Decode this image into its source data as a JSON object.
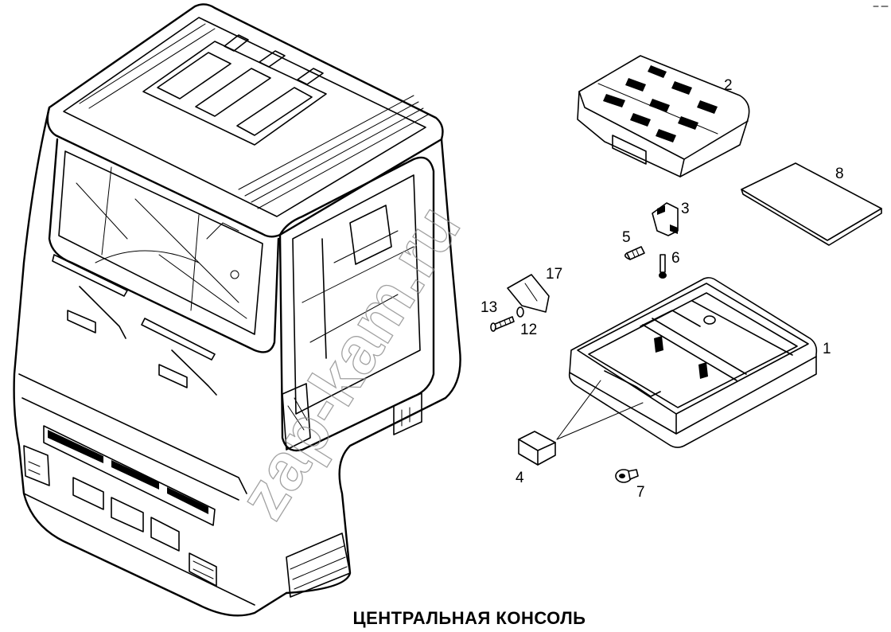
{
  "title": "ЦЕНТРАЛЬНАЯ КОНСОЛЬ",
  "watermark": "zap-kam.ru",
  "colors": {
    "line": "#000000",
    "background": "#ffffff",
    "watermark": "#8a8a8a"
  },
  "callouts": {
    "c1": "1",
    "c2": "2",
    "c3": "3",
    "c4": "4",
    "c5": "5",
    "c6": "6",
    "c7": "7",
    "c8": "8",
    "c12": "12",
    "c13": "13",
    "c17": "17"
  },
  "parts": [
    "truck-cab",
    "central-console-tray",
    "switch-panel",
    "bracket",
    "clip",
    "screw",
    "stud",
    "push-fastener",
    "cover-mat",
    "washer",
    "bolt",
    "mounting-plate"
  ]
}
